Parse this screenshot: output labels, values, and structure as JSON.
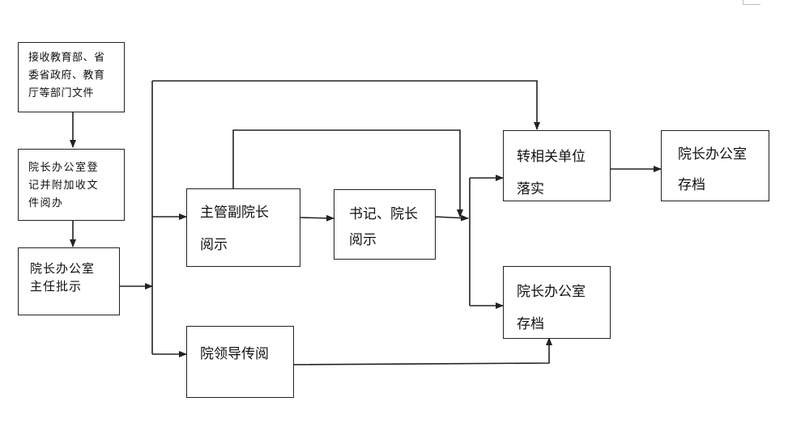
{
  "nodes": {
    "receive": {
      "lines": [
        "接收教育部、省",
        "委省政府、教育",
        "厅等部门文件"
      ]
    },
    "register": {
      "lines": [
        "院长办公室登",
        "记并附加收文",
        "件阅办"
      ]
    },
    "director": {
      "lines": [
        "院长办公室",
        "主任批示"
      ]
    },
    "vice_president": {
      "lines": [
        "主管副院长",
        "阅示"
      ]
    },
    "secretary": {
      "lines": [
        "书记、院长",
        "阅示"
      ]
    },
    "leaders_circulate": {
      "lines": [
        "院领导传阅"
      ]
    },
    "transfer": {
      "lines": [
        "转相关单位",
        "落实"
      ]
    },
    "archive_right": {
      "lines": [
        "院长办公室",
        "存档"
      ]
    },
    "archive_bottom": {
      "lines": [
        "院长办公室",
        "存档"
      ]
    }
  }
}
